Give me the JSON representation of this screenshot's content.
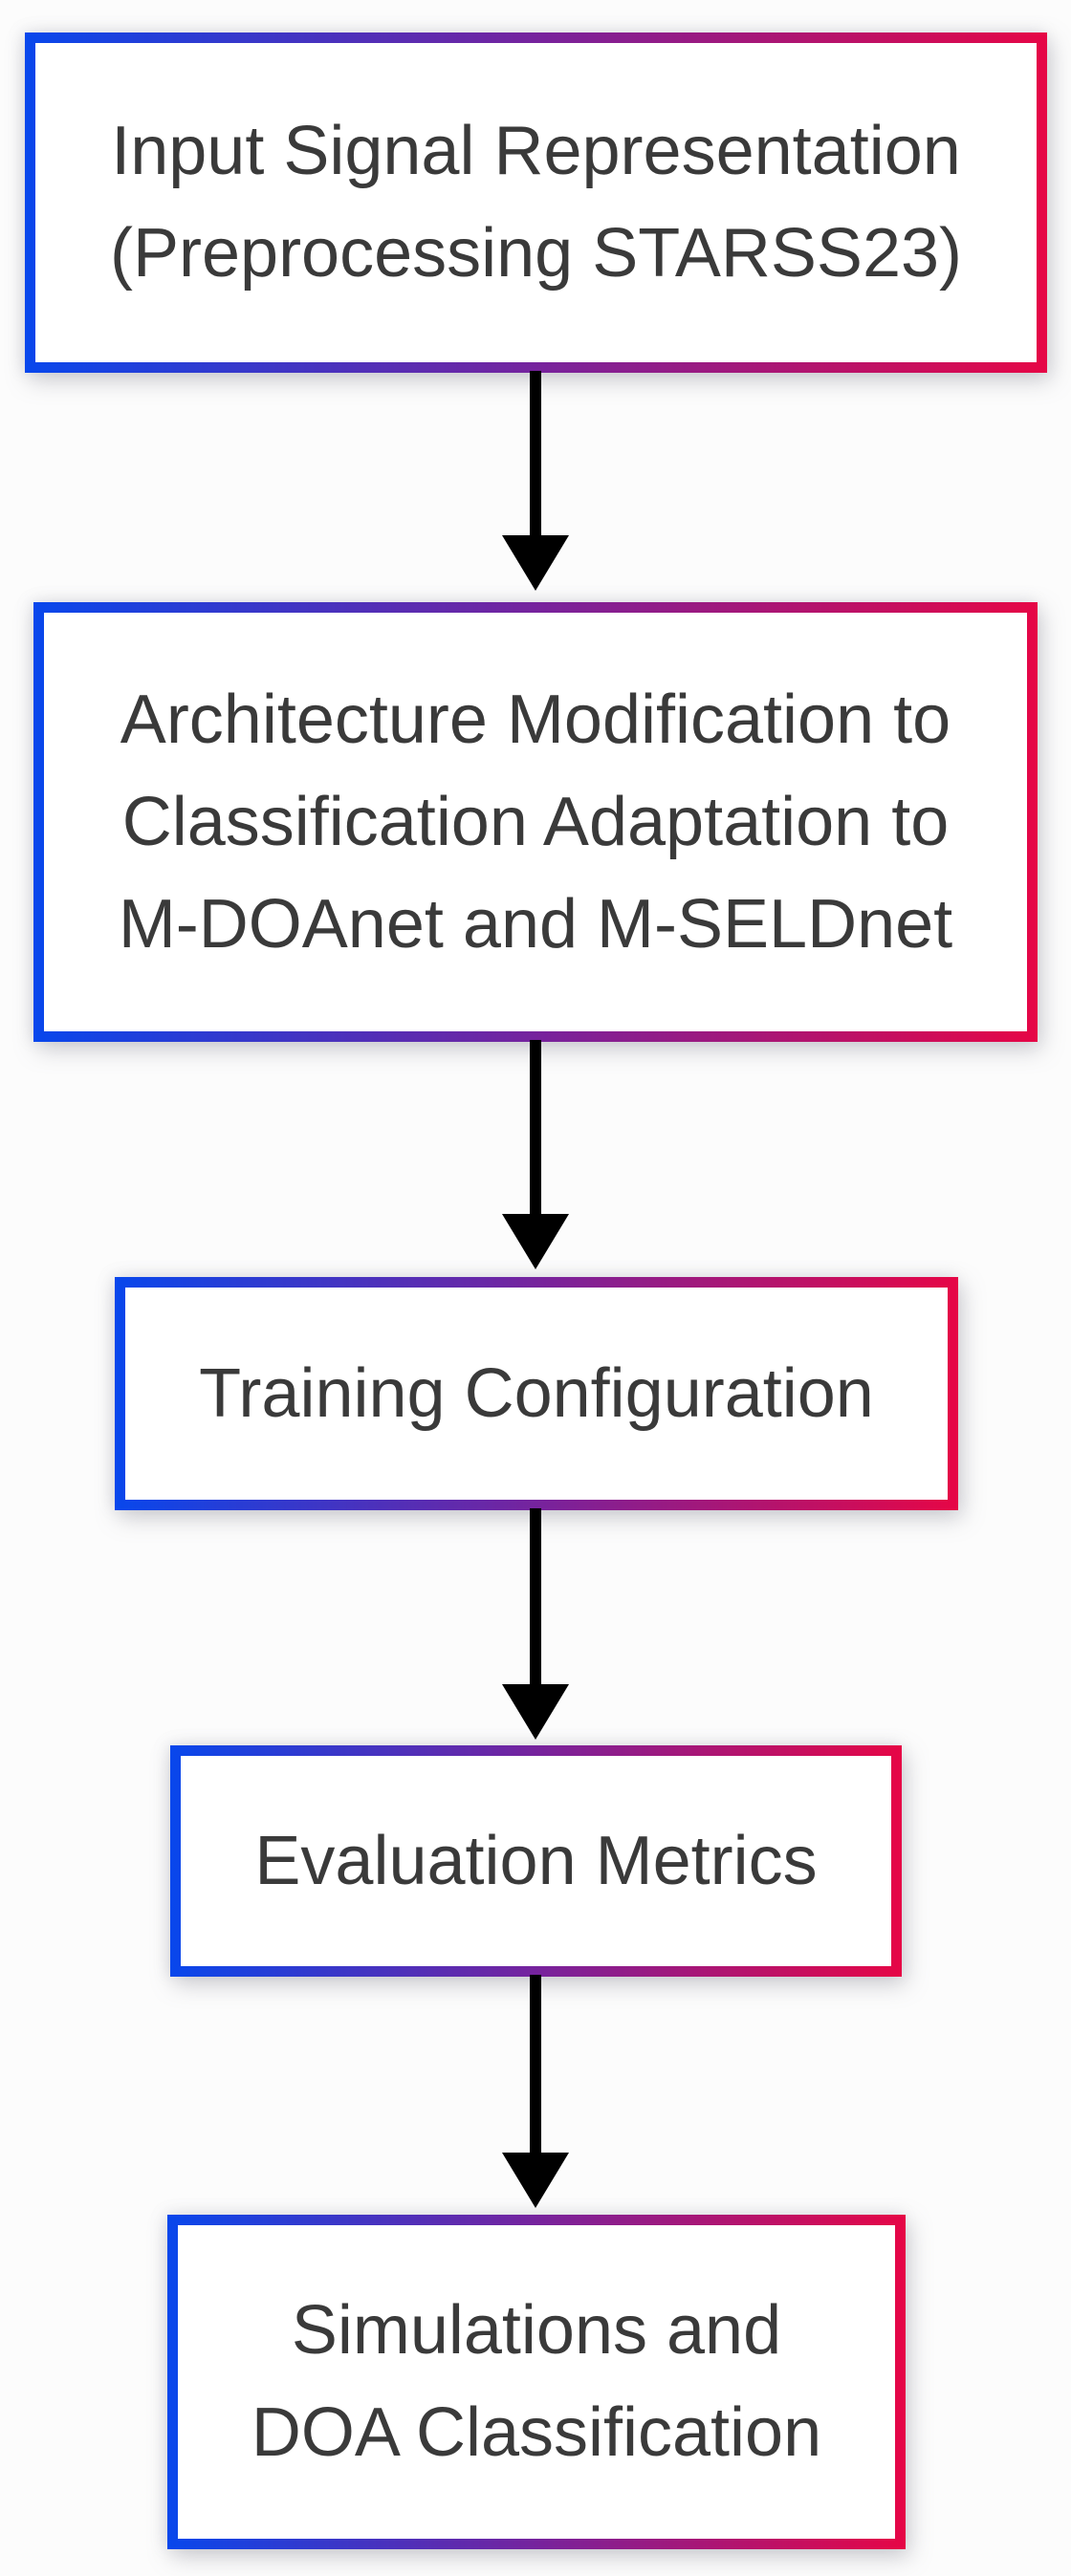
{
  "diagram": {
    "type": "flowchart",
    "direction": "top-to-bottom"
  },
  "steps": [
    {
      "id": "input-signal-representation",
      "lines": [
        "Input Signal Representation",
        "(Preprocessing STARSS23)"
      ]
    },
    {
      "id": "architecture-modification",
      "lines": [
        "Architecture Modification to",
        "Classification Adaptation to",
        "M-DOAnet and M-SELDnet"
      ]
    },
    {
      "id": "training-configuration",
      "lines": [
        "Training Configuration"
      ]
    },
    {
      "id": "evaluation-metrics",
      "lines": [
        "Evaluation Metrics"
      ]
    },
    {
      "id": "simulations-doa-classification",
      "lines": [
        "Simulations and",
        "DOA Classification"
      ]
    }
  ],
  "connections": [
    {
      "from": "input-signal-representation",
      "to": "architecture-modification"
    },
    {
      "from": "architecture-modification",
      "to": "training-configuration"
    },
    {
      "from": "training-configuration",
      "to": "evaluation-metrics"
    },
    {
      "from": "evaluation-metrics",
      "to": "simulations-doa-classification"
    }
  ],
  "colors": {
    "border_gradient_left": "#0847ec",
    "border_gradient_mid": "#76239d",
    "border_gradient_right": "#e60646",
    "arrow": "#000000",
    "text": "#3a3a3a",
    "box_fill": "#ffffff",
    "page_background": "#fcfcfc"
  }
}
